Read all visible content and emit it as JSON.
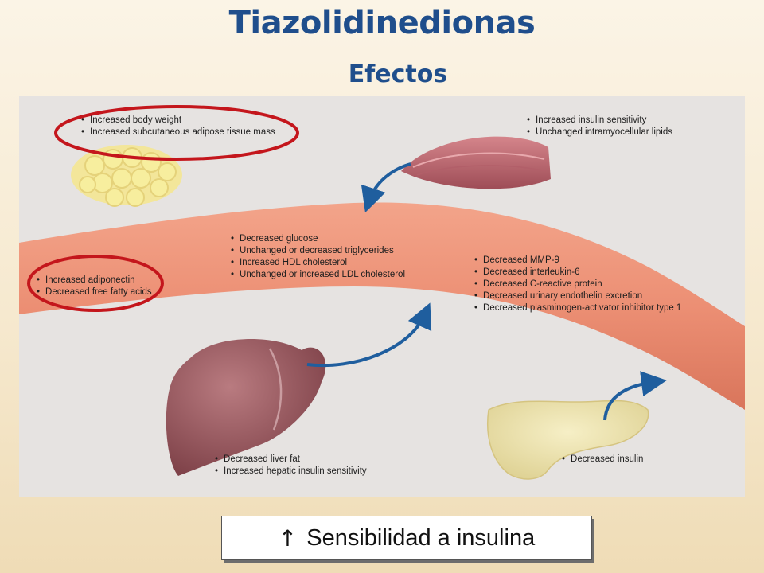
{
  "slide": {
    "title": "Tiazolidinedionas",
    "subtitle": "Efectos"
  },
  "figure": {
    "adipose_tissue": [
      "Increased body weight",
      "Increased subcutaneous adipose tissue mass"
    ],
    "muscle": [
      "Increased insulin sensitivity",
      "Unchanged intramyocellular lipids"
    ],
    "blood_vessel_left": [
      "Increased adiponectin",
      "Decreased free fatty acids"
    ],
    "blood_vessel_center": [
      "Decreased glucose",
      "Unchanged or decreased triglycerides",
      "Increased HDL cholesterol",
      "Unchanged or increased LDL cholesterol"
    ],
    "blood_vessel_right": [
      "Decreased MMP-9",
      "Decreased interleukin-6",
      "Decreased C-reactive protein",
      "Decreased urinary endothelin excretion",
      "Decreased plasminogen-activator inhibitor type 1"
    ],
    "liver": [
      "Decreased liver fat",
      "Increased hepatic insulin sensitivity"
    ],
    "pancreas": [
      "Decreased insulin"
    ],
    "colors": {
      "background": "#e6e3e1",
      "vessel": "#ec8f74",
      "arrow": "#1f5e9e",
      "highlight_ring": "#c4161c",
      "title": "#1f4e8c"
    }
  },
  "callout": {
    "arrow_symbol": "↑",
    "text": "Sensibilidad a insulina"
  }
}
